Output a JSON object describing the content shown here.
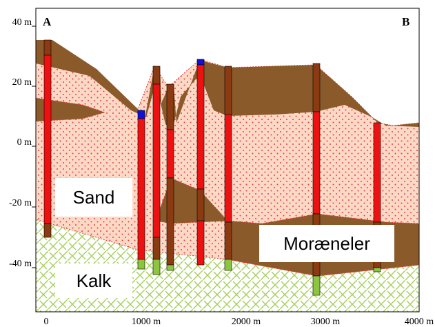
{
  "corners": {
    "left": "A",
    "right": "B"
  },
  "y_ticks": [
    "40 m",
    "20 m",
    "0 m",
    "-20 m",
    "-40 m"
  ],
  "x_ticks": [
    "0",
    "1000 m",
    "2000 m",
    "3000 m",
    "4000 m"
  ],
  "labels": {
    "sand": "Sand",
    "till": "Moræneler",
    "chalk": "Kalk"
  },
  "colors": {
    "sand": "#fcd9c6",
    "sand_dots": "#e8413c",
    "till": "#8b5a2b",
    "chalk_line": "#a8d060",
    "boring_sand": "#ee1111",
    "boring_clay": "#8b3a12",
    "boring_chalk": "#8cc63f",
    "water": "#1010dd",
    "frame": "#000000"
  }
}
